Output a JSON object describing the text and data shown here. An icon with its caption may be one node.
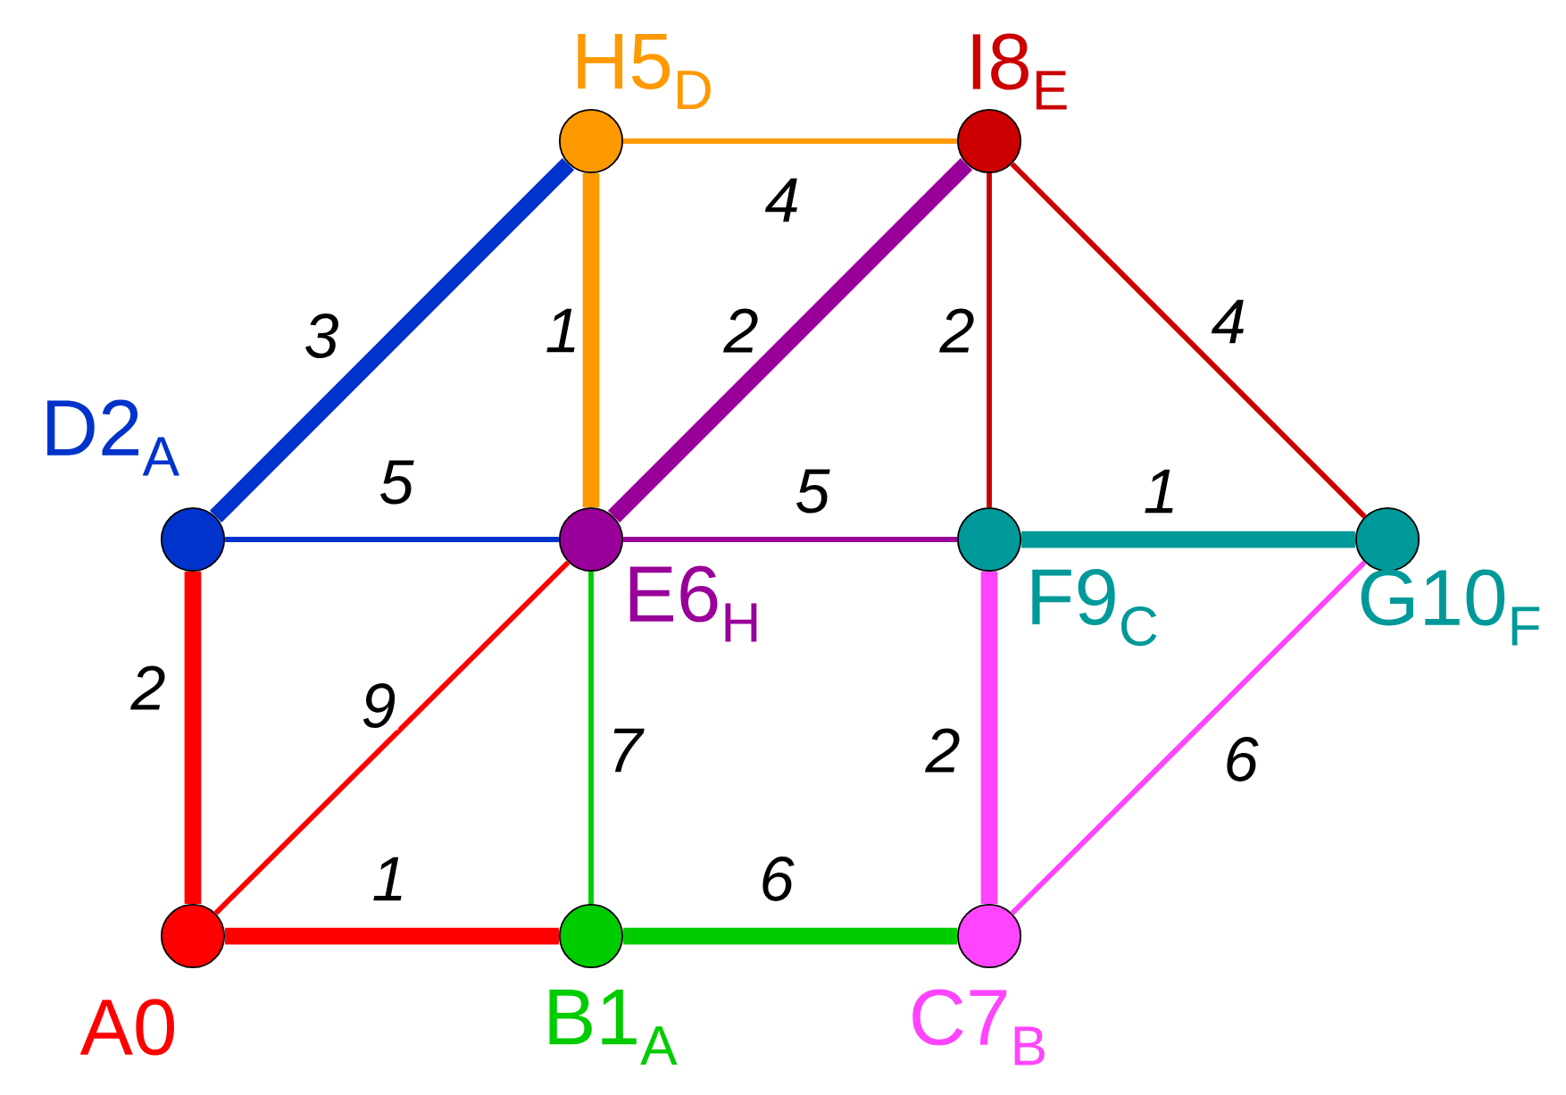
{
  "diagram": {
    "nodes": [
      {
        "text": [],
        "shape": "circle",
        "beside": [
          "H5$_{D}$"
        ]
      },
      {
        "text": [],
        "shape": "circle",
        "beside": [
          "I8$_{E}$"
        ]
      },
      {
        "text": [],
        "shape": "circle",
        "beside": [
          "D2$_{A}$"
        ]
      },
      {
        "text": [],
        "shape": "circle",
        "beside": [
          "E6$_{H}$"
        ]
      },
      {
        "text": [],
        "shape": "circle",
        "beside": [
          "F9$_{C}$"
        ]
      },
      {
        "text": [],
        "shape": "circle",
        "beside": [
          "G10$_{F}$"
        ]
      },
      {
        "text": [],
        "shape": "circle",
        "beside": [
          "A0"
        ]
      },
      {
        "text": [],
        "shape": "circle",
        "beside": [
          "B1$_{A}$"
        ]
      },
      {
        "text": [],
        "shape": "circle",
        "beside": [
          "C7$_{B}$"
        ]
      }
    ],
    "edges": [
      {
        "from": 0,
        "to": 1,
        "arrow": "none",
        "label": "4",
        "color": "#ff9900"
      },
      {
        "from": 2,
        "to": 0,
        "arrow": "none",
        "label": "3",
        "color": "#0033cc",
        "style": "thick"
      },
      {
        "from": 0,
        "to": 3,
        "arrow": "none",
        "label": "1",
        "color": "#ff9900",
        "style": "thick"
      },
      {
        "from": 3,
        "to": 1,
        "arrow": "none",
        "label": "2",
        "color": "#990099",
        "style": "thick"
      },
      {
        "from": 1,
        "to": 4,
        "arrow": "none",
        "label": "2",
        "color": "#cc0000"
      },
      {
        "from": 1,
        "to": 5,
        "arrow": "none",
        "label": "4",
        "color": "#cc0000"
      },
      {
        "from": 2,
        "to": 3,
        "arrow": "none",
        "label": "5",
        "color": "#0033cc"
      },
      {
        "from": 3,
        "to": 4,
        "arrow": "none",
        "label": "5",
        "color": "#990099"
      },
      {
        "from": 4,
        "to": 5,
        "arrow": "none",
        "label": "1",
        "color": "#009999",
        "style": "thick"
      },
      {
        "from": 2,
        "to": 6,
        "arrow": "none",
        "label": "2",
        "color": "#ff0000",
        "style": "thick"
      },
      {
        "from": 6,
        "to": 3,
        "arrow": "none",
        "label": "9",
        "color": "#ff0000"
      },
      {
        "from": 3,
        "to": 7,
        "arrow": "none",
        "label": "7",
        "color": "#00cc00"
      },
      {
        "from": 4,
        "to": 8,
        "arrow": "none",
        "label": "2",
        "color": "#ff44ff",
        "style": "thick"
      },
      {
        "from": 8,
        "to": 5,
        "arrow": "none",
        "label": "6",
        "color": "#ff44ff"
      },
      {
        "from": 6,
        "to": 7,
        "arrow": "none",
        "label": "1",
        "color": "#ff0000",
        "style": "thick"
      },
      {
        "from": 7,
        "to": 8,
        "arrow": "none",
        "label": "6",
        "color": "#00cc00",
        "style": "thick"
      }
    ]
  }
}
